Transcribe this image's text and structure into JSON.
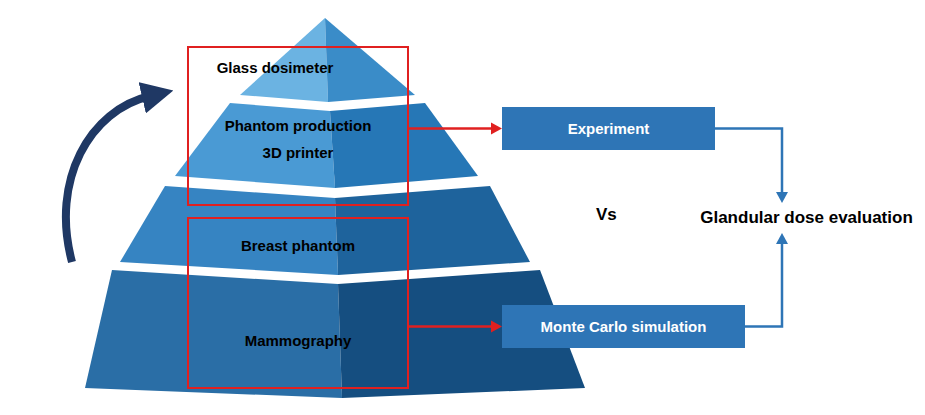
{
  "diagram": {
    "nodes": [
      {
        "text": [
          "Glass dosimeter"
        ]
      },
      {
        "text": [
          "Phantom production",
          "3D printer"
        ]
      },
      {
        "text": [
          "Breast phantom"
        ]
      },
      {
        "text": [
          "Mammography"
        ]
      },
      {
        "text": [
          "Experiment"
        ]
      },
      {
        "text": [
          "Monte Carlo simulation"
        ]
      },
      {
        "text": [
          "Glandular dose evaluation"
        ]
      }
    ],
    "edges": [
      {
        "from": 1,
        "to": 4,
        "arrow": "to"
      },
      {
        "from": 3,
        "to": 5,
        "arrow": "to"
      },
      {
        "from": 4,
        "to": 6,
        "arrow": "to"
      },
      {
        "from": 5,
        "to": 6,
        "arrow": "to"
      }
    ],
    "labels": [
      "Vs"
    ]
  }
}
